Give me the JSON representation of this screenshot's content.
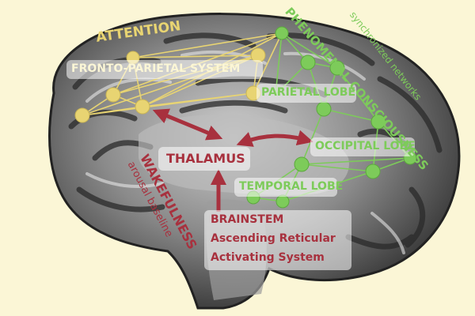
{
  "labels": {
    "attention": "ATTENTION",
    "fronto_parietal": "FRONTO-PARIETAL SYSTEM",
    "phenomenal": "PHENOMENAL CONSCIOUSNESS",
    "synchronized": "synchronized networks",
    "parietal": "PARIETAL LOBE",
    "occipital": "OCCIPITAL LOBE",
    "temporal": "TEMPORAL LOBE",
    "thalamus": "THALAMUS",
    "wakefulness": "WAKEFULNESS",
    "arousal": "arousal baseline",
    "brainstem_1": "BRAINSTEM",
    "brainstem_2": "Ascending Reticular",
    "brainstem_3": "Activating System"
  },
  "colors": {
    "attention": "#e8d472",
    "consciousness": "#7dcb5a",
    "wakefulness": "#a8313e",
    "background": "#fbf6d6"
  }
}
